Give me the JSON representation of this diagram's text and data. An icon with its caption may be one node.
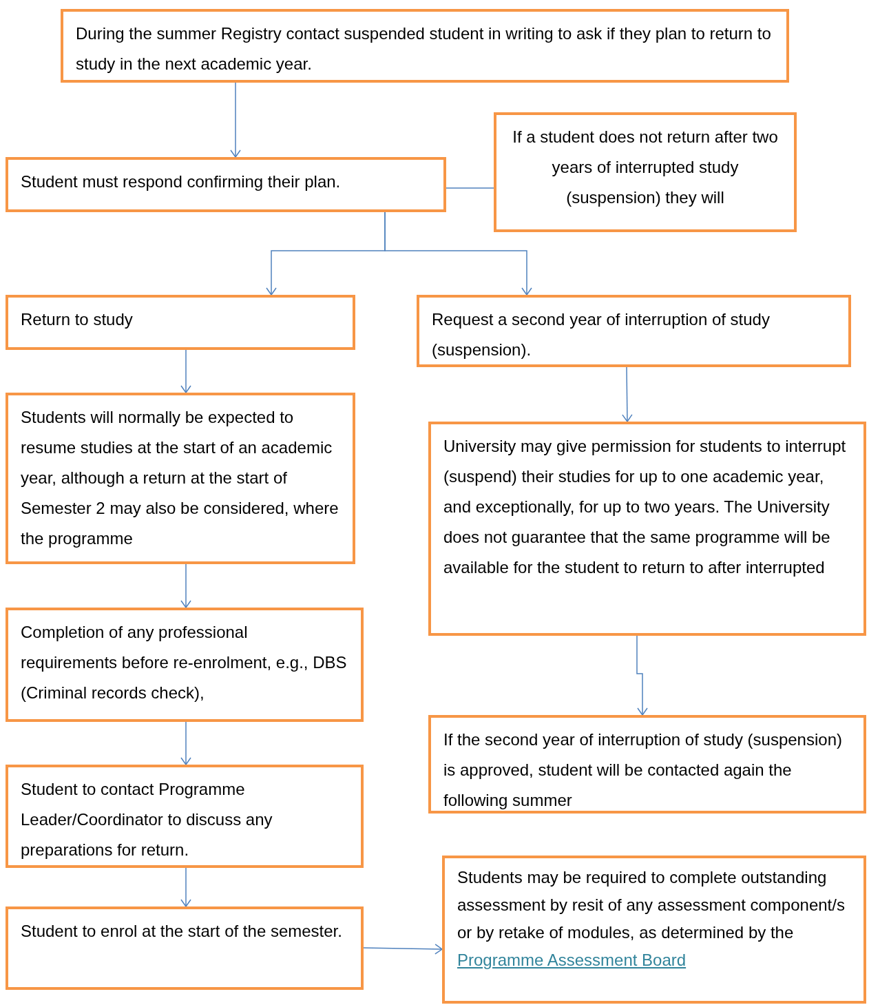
{
  "diagram": {
    "nodes": [
      {
        "text": [
          "During the summer Registry contact suspended student in writing to ask if they plan to return to study in the next academic year."
        ]
      },
      {
        "text": [
          "Student must respond confirming their plan."
        ]
      },
      {
        "text": [
          "If a student does not return after two years of interrupted study (suspension) they will"
        ]
      },
      {
        "text": [
          "Return to study"
        ]
      },
      {
        "text": [
          "Request a second year of interruption of study (suspension)."
        ]
      },
      {
        "text": [
          "Students will normally be expected to resume studies at the start of an academic year, although a return at the start of Semester 2 may also be considered, where the programme"
        ]
      },
      {
        "text": [
          "University may give permission for students to interrupt (suspend) their studies for up to one academic year, and exceptionally, for up to two years. The University does not guarantee that the same programme will be available for the student to return to after interrupted"
        ]
      },
      {
        "text": [
          "Completion of any professional requirements before re-enrolment, e.g., DBS (Criminal records check),"
        ]
      },
      {
        "text": [
          "If the second year of interruption of study (suspension) is approved, student will be contacted again the following summer"
        ]
      },
      {
        "text": [
          "Student to contact Programme Leader/Coordinator to discuss any preparations for return."
        ]
      },
      {
        "text": [
          "Student to enrol at the start of the semester."
        ]
      },
      {
        "text": [
          "Students may be required to complete outstanding assessment by resit of any assessment component/s or by retake of modules, as determined by the",
          "Programme Assessment Board"
        ]
      }
    ],
    "edges": [
      {
        "from": 0,
        "to": 1,
        "arrow": "to"
      },
      {
        "from": 1,
        "to": 2,
        "arrow": "none"
      },
      {
        "from": 1,
        "to": 3,
        "arrow": "to"
      },
      {
        "from": 1,
        "to": 4,
        "arrow": "to"
      },
      {
        "from": 3,
        "to": 5,
        "arrow": "to"
      },
      {
        "from": 5,
        "to": 7,
        "arrow": "to"
      },
      {
        "from": 7,
        "to": 9,
        "arrow": "to"
      },
      {
        "from": 9,
        "to": 10,
        "arrow": "to"
      },
      {
        "from": 4,
        "to": 6,
        "arrow": "to"
      },
      {
        "from": 6,
        "to": 8,
        "arrow": "to"
      },
      {
        "from": 10,
        "to": 11,
        "arrow": "to"
      }
    ]
  }
}
